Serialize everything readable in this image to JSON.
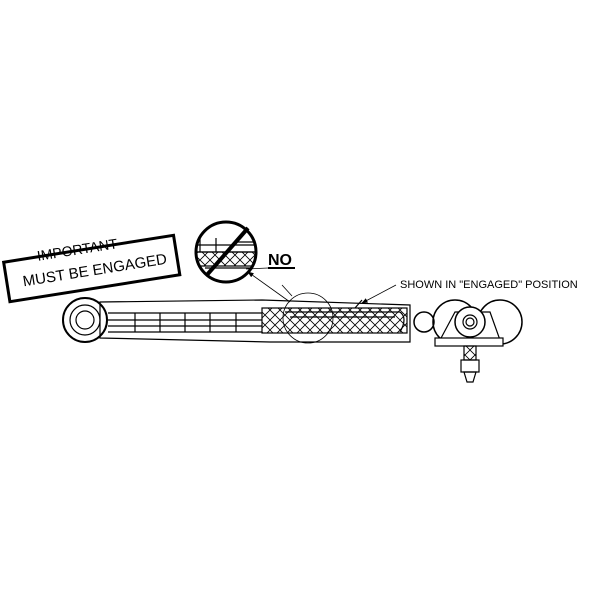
{
  "labels": {
    "important": "IMPORTANT",
    "must_be_engaged": "MUST BE ENGAGED",
    "no": "NO",
    "shown_engaged": "SHOWN IN \"ENGAGED\" POSITION"
  },
  "colors": {
    "line": "#000000",
    "background": "#ffffff"
  }
}
